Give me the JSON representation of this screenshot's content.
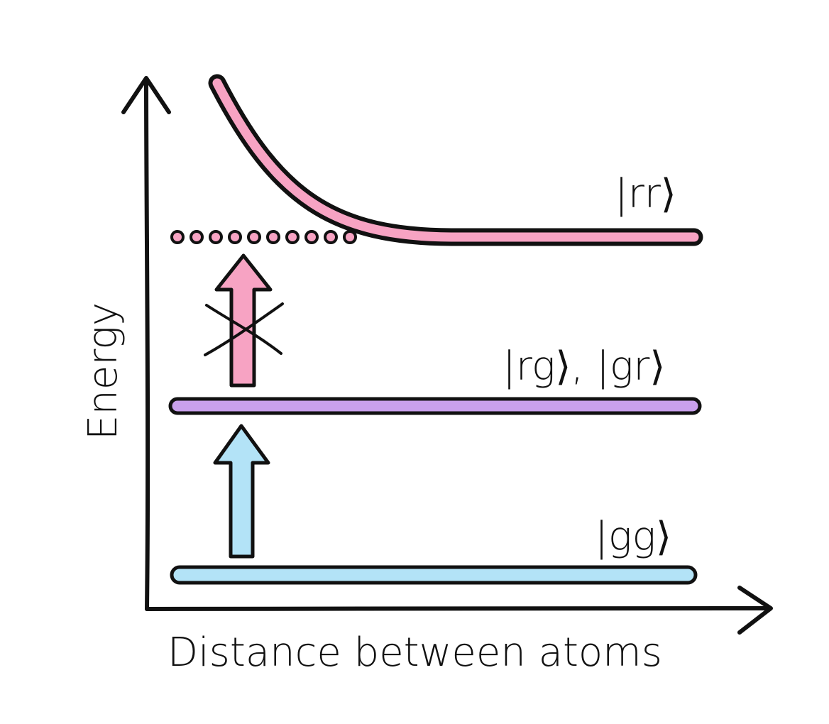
{
  "axes": {
    "x_label": "Distance between atoms",
    "y_label": "Energy"
  },
  "levels": {
    "gg": {
      "label": "|gg⟩",
      "color": "#b3e3f7"
    },
    "rg_gr": {
      "label": "|rg⟩, |gr⟩",
      "color": "#c9a0ec"
    },
    "rr": {
      "label": "|rr⟩",
      "color": "#f7a3c3"
    }
  },
  "arrows": {
    "allowed": {
      "color": "#b3e3f7"
    },
    "blocked": {
      "color": "#f7a3c3"
    }
  },
  "colors": {
    "ink": "#111111"
  }
}
